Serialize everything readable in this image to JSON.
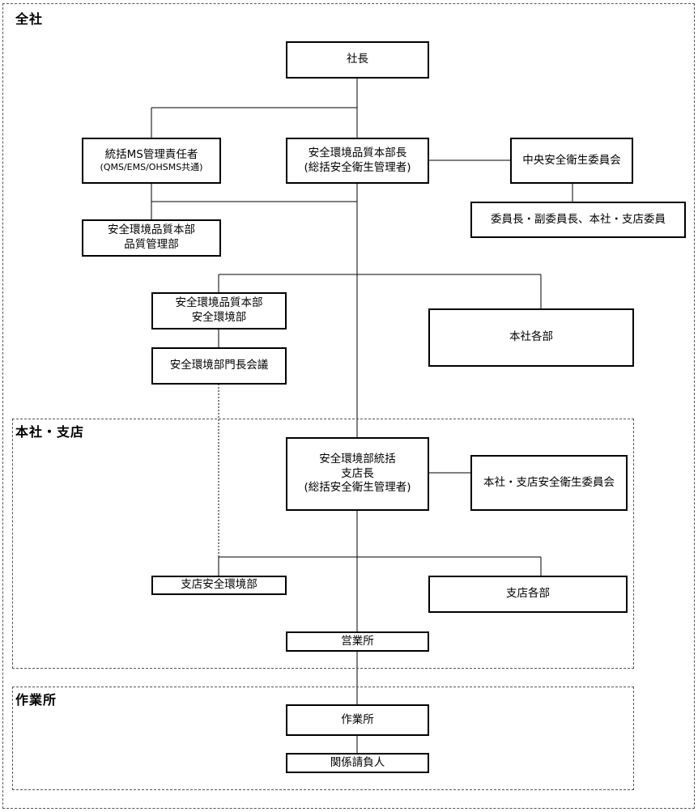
{
  "regions": {
    "company": "全社",
    "head_branch": "本社・支店",
    "worksite": "作業所"
  },
  "boxes": {
    "president": "社長",
    "ms_manager": {
      "line1": "統括MS管理責任者",
      "line2": "(QMS/EMS/OHSMS共通)"
    },
    "she_hq_head": {
      "line1": "安全環境品質本部長",
      "line2": "(総括安全衛生管理者)"
    },
    "central_committee": "中央安全衛生委員会",
    "committee_members": "委員長・副委員長、本社・支店委員",
    "quality_mgmt_dept": {
      "line1": "安全環境品質本部",
      "line2": "品質管理部"
    },
    "she_dept": {
      "line1": "安全環境品質本部",
      "line2": "安全環境部"
    },
    "hq_departments": "本社各部",
    "she_dept_heads_meeting": "安全環境部門長会議",
    "branch_head": {
      "line1": "安全環境部統括",
      "line2": "支店長",
      "line3": "(総括安全衛生管理者)"
    },
    "branch_committee": "本社・支店安全衛生委員会",
    "branch_she_dept": "支店安全環境部",
    "branch_departments": "支店各部",
    "sales_office": "営業所",
    "worksite": "作業所",
    "subcontractors": "関係請負人"
  }
}
